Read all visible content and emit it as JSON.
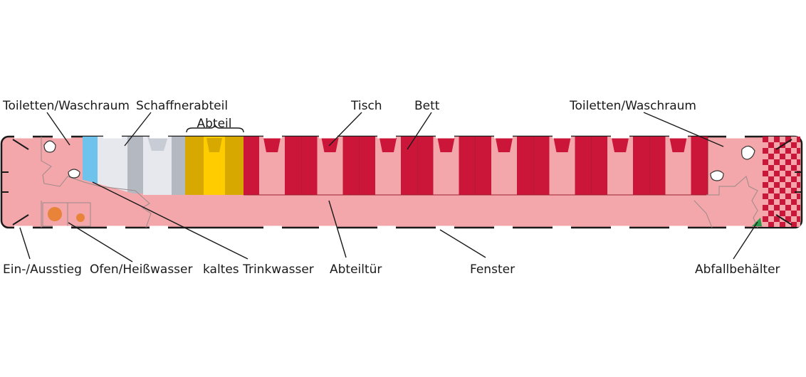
{
  "labels": {
    "toilet_left": "Toiletten/Waschraum",
    "conductor": "Schaffnerabteil",
    "compartment": "Abteil",
    "table": "Tisch",
    "bed": "Bett",
    "toilet_right": "Toiletten/Waschraum",
    "entrance": "Ein-/Ausstieg",
    "oven": "Ofen/Heißwasser",
    "water": "kaltes Trinkwasser",
    "door": "Abteiltür",
    "window": "Fenster",
    "bin": "Abfallbehälter"
  },
  "colors": {
    "floor": "#f4a7aa",
    "bed": "#cc1639",
    "outline": "#1a1a1a",
    "compartment_highlight": "#ffcc00",
    "compartment_bed": "#d6a800",
    "conductor_light": "#e6e8ee",
    "conductor_dark": "#b4b8c0",
    "cold_water": "#6ec3ec",
    "oven": "#e8833a",
    "bin": "#2b9a4a"
  }
}
